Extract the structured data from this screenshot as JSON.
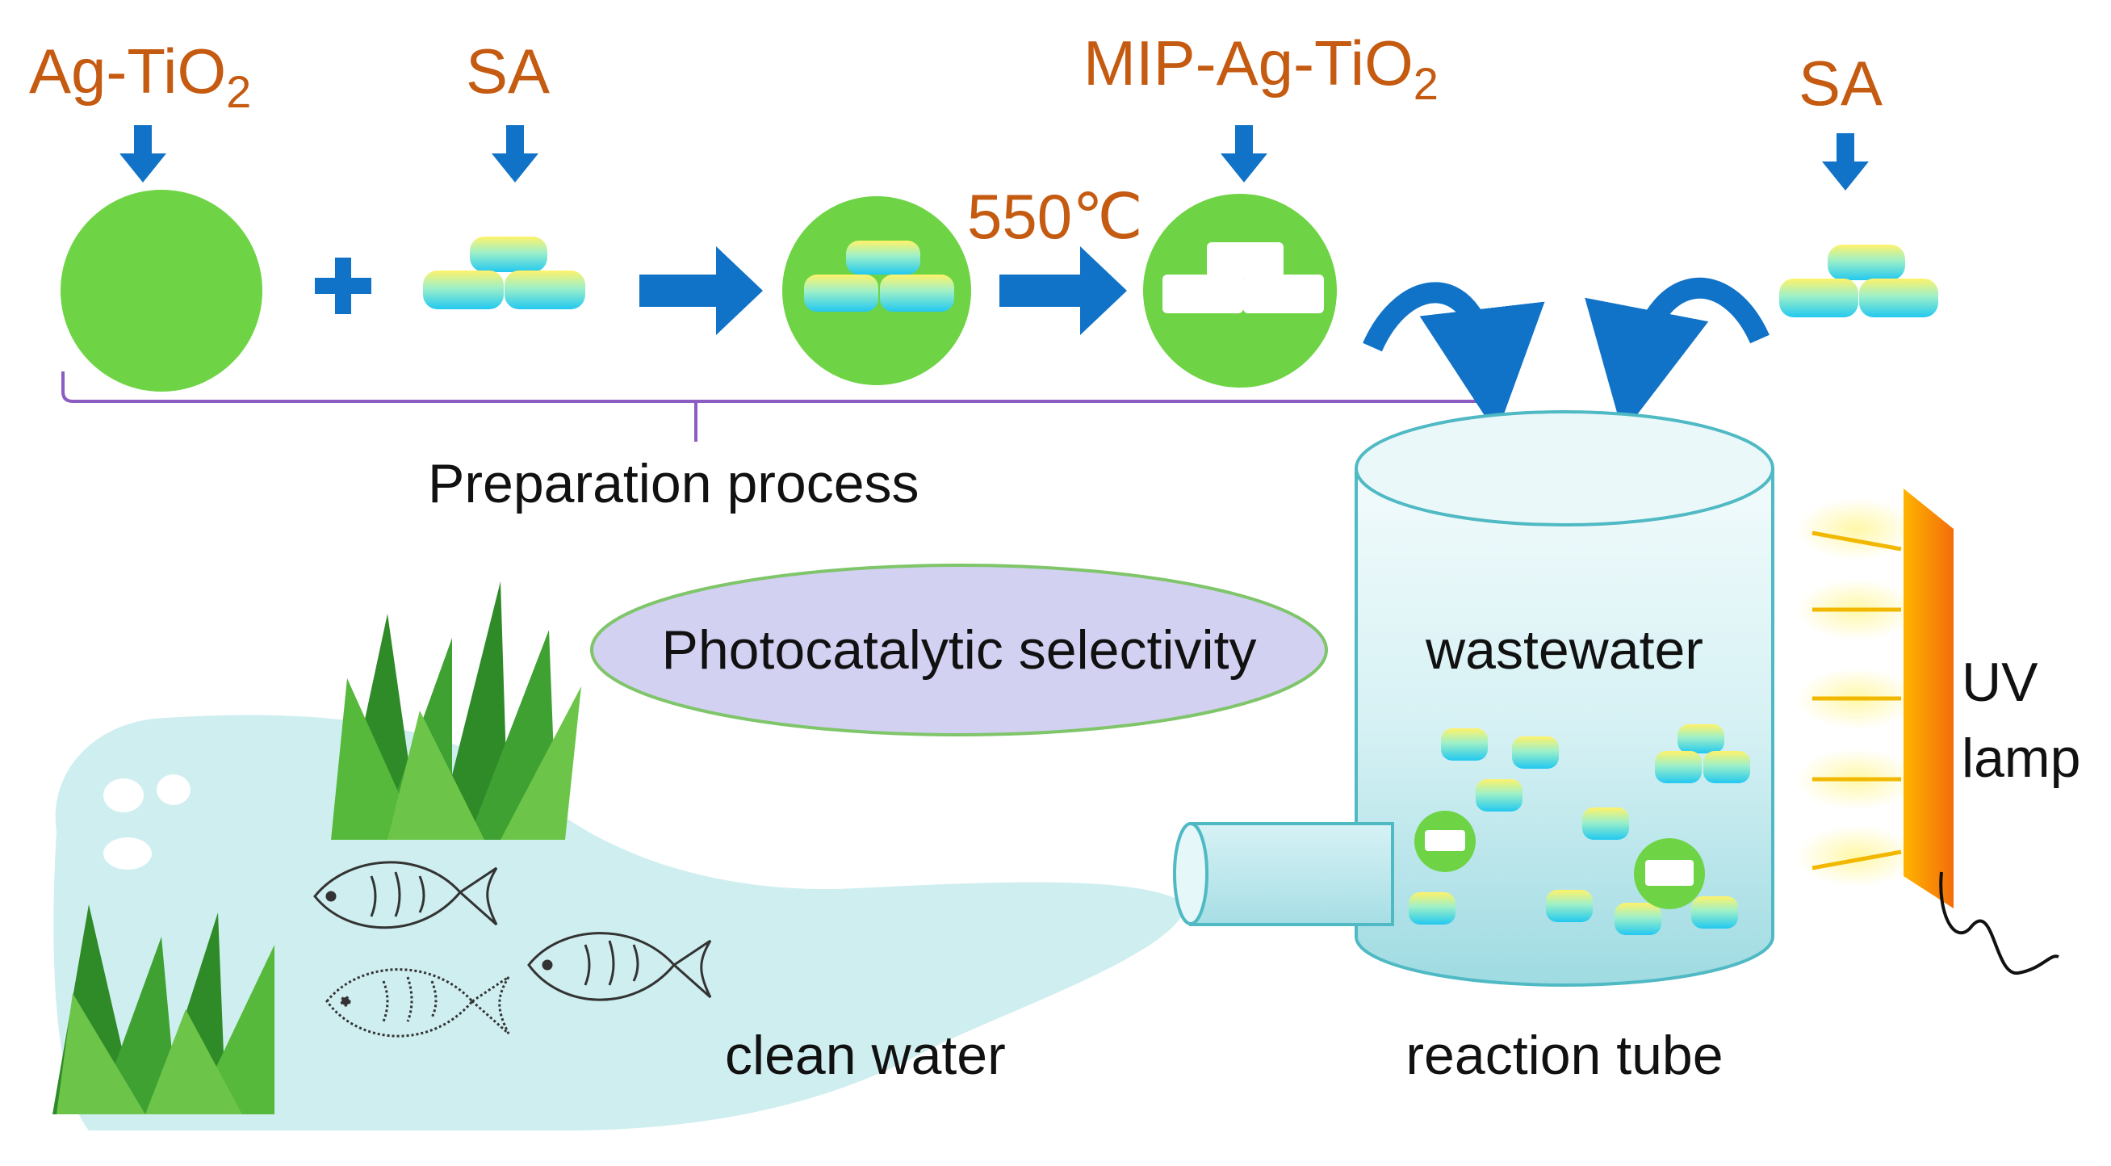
{
  "labels": {
    "ag_tio2": {
      "main": "Ag-TiO",
      "sub": "2"
    },
    "sa_top": "SA",
    "mip_ag_tio2": {
      "main": "MIP-Ag-TiO",
      "sub": "2"
    },
    "sa_right": "SA",
    "temperature": "550℃",
    "preparation_process": "Preparation process",
    "photocatalytic_selectivity": "Photocatalytic selectivity",
    "wastewater": "wastewater",
    "uv_lamp_line1": "UV",
    "uv_lamp_line2": "lamp",
    "clean_water": "clean water",
    "reaction_tube": "reaction tube"
  },
  "colors": {
    "label_orange": "#c55a11",
    "arrow_blue": "#1173c7",
    "particle_green": "#6ed445",
    "bracket_purple": "#8b5cc2",
    "ellipse_fill": "#d3d1f2",
    "ellipse_stroke": "#7fc56a",
    "water": "#cfeef0",
    "tube_outline": "#4fb9c4",
    "lamp_orange": "#f79a1e",
    "plant_green": "#3fa132"
  }
}
